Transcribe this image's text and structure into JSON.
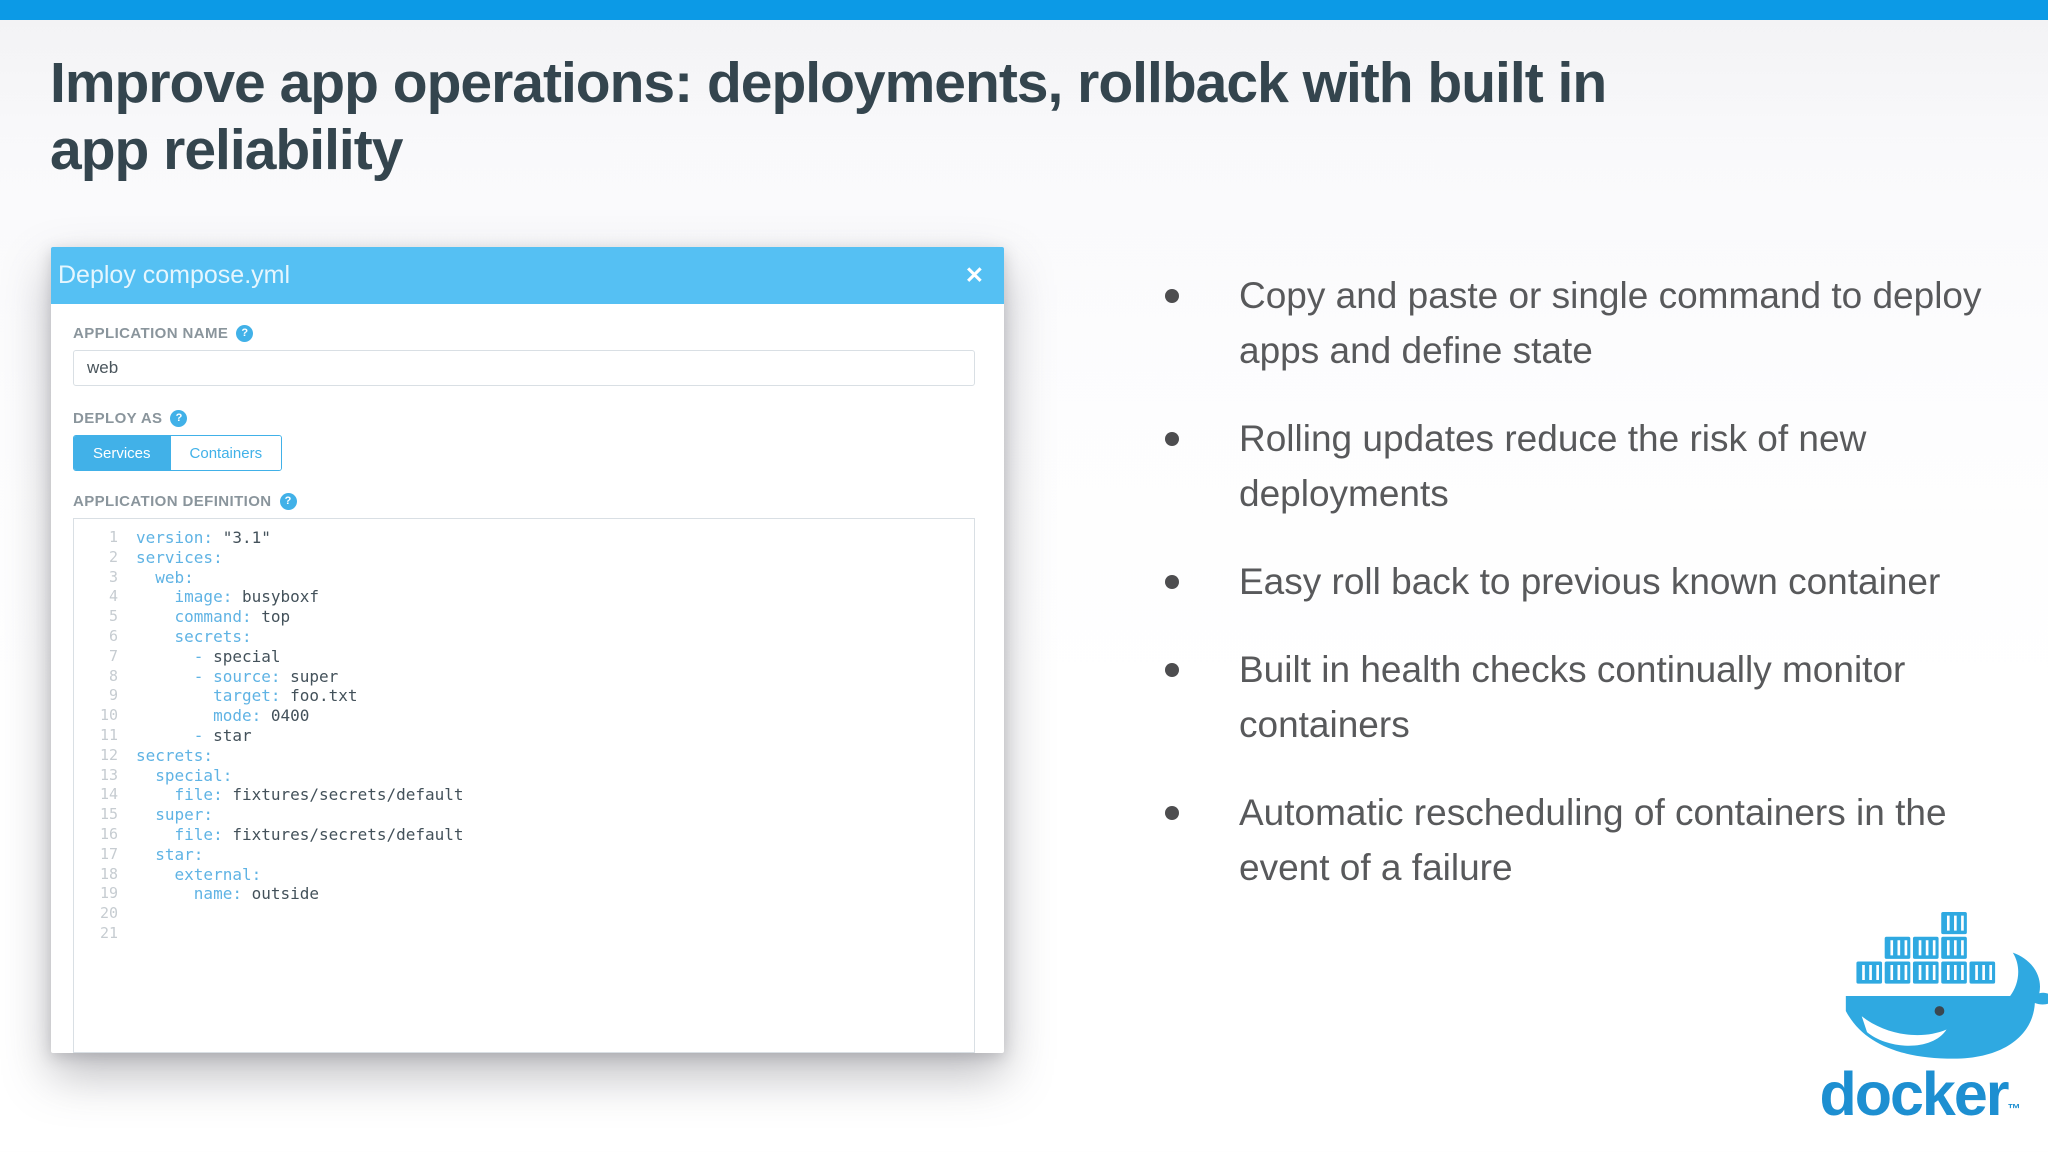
{
  "slide": {
    "title_lines": [
      "Improve app operations: deployments, rollback with built in",
      "app reliability"
    ]
  },
  "icons": {
    "help": "?",
    "close": "✕"
  },
  "modal": {
    "title": "Deploy compose.yml",
    "application_name": {
      "label": "APPLICATION NAME",
      "value": "web"
    },
    "deploy_as": {
      "label": "DEPLOY AS",
      "options": [
        {
          "label": "Services",
          "selected": true
        },
        {
          "label": "Containers",
          "selected": false
        }
      ]
    },
    "application_definition": {
      "label": "APPLICATION DEFINITION",
      "lines": [
        {
          "num": "1",
          "tokens": [
            [
              "k",
              "version:"
            ],
            [
              "v",
              " \"3.1\""
            ]
          ]
        },
        {
          "num": "2",
          "tokens": [
            [
              "k",
              "services:"
            ]
          ]
        },
        {
          "num": "3",
          "tokens": [
            [
              "k",
              "  web:"
            ]
          ]
        },
        {
          "num": "4",
          "tokens": [
            [
              "k",
              "    image:"
            ],
            [
              "v",
              " busyboxf"
            ]
          ]
        },
        {
          "num": "5",
          "tokens": [
            [
              "k",
              "    command:"
            ],
            [
              "v",
              " top"
            ]
          ]
        },
        {
          "num": "6",
          "tokens": [
            [
              "k",
              "    secrets:"
            ]
          ]
        },
        {
          "num": "7",
          "tokens": [
            [
              "k",
              "      - "
            ],
            [
              "v",
              "special"
            ]
          ]
        },
        {
          "num": "8",
          "tokens": [
            [
              "k",
              "      - source:"
            ],
            [
              "v",
              " super"
            ]
          ]
        },
        {
          "num": "9",
          "tokens": [
            [
              "k",
              "        target:"
            ],
            [
              "v",
              " foo.txt"
            ]
          ]
        },
        {
          "num": "10",
          "tokens": [
            [
              "k",
              "        mode:"
            ],
            [
              "v",
              " 0400"
            ]
          ]
        },
        {
          "num": "11",
          "tokens": [
            [
              "k",
              "      - "
            ],
            [
              "v",
              "star"
            ]
          ]
        },
        {
          "num": "12",
          "tokens": [
            [
              "k",
              "secrets:"
            ]
          ]
        },
        {
          "num": "13",
          "tokens": [
            [
              "k",
              "  special:"
            ]
          ]
        },
        {
          "num": "14",
          "tokens": [
            [
              "k",
              "    file:"
            ],
            [
              "v",
              " fixtures/secrets/default"
            ]
          ]
        },
        {
          "num": "15",
          "tokens": [
            [
              "k",
              "  super:"
            ]
          ]
        },
        {
          "num": "16",
          "tokens": [
            [
              "k",
              "    file:"
            ],
            [
              "v",
              " fixtures/secrets/default"
            ]
          ]
        },
        {
          "num": "17",
          "tokens": [
            [
              "k",
              "  star:"
            ]
          ]
        },
        {
          "num": "18",
          "tokens": [
            [
              "k",
              "    external:"
            ]
          ]
        },
        {
          "num": "19",
          "tokens": [
            [
              "k",
              "      name:"
            ],
            [
              "v",
              " outside"
            ]
          ]
        },
        {
          "num": "20",
          "tokens": []
        },
        {
          "num": "21",
          "tokens": []
        }
      ]
    }
  },
  "bullets": [
    "Copy and paste or single command to deploy apps and define state",
    "Rolling updates reduce the risk of new deployments",
    "Easy roll back to previous known container",
    "Built in health checks continually monitor containers",
    "Automatic rescheduling of containers in the event of a failure"
  ],
  "logo": {
    "wordmark": "docker",
    "tm": "™"
  },
  "colors": {
    "top-bar": "#0c9ae6",
    "modal-header": "#55c0f3",
    "accent": "#41b1e8",
    "title-text": "#34454e",
    "body-text": "#58595b",
    "code-key": "#5fb3e4",
    "code-value": "#43515a",
    "line-number": "#c6ccd1",
    "label": "#8a959c",
    "logo-blue": "#1d8fd1",
    "whale-blue": "#2fa9e1"
  }
}
